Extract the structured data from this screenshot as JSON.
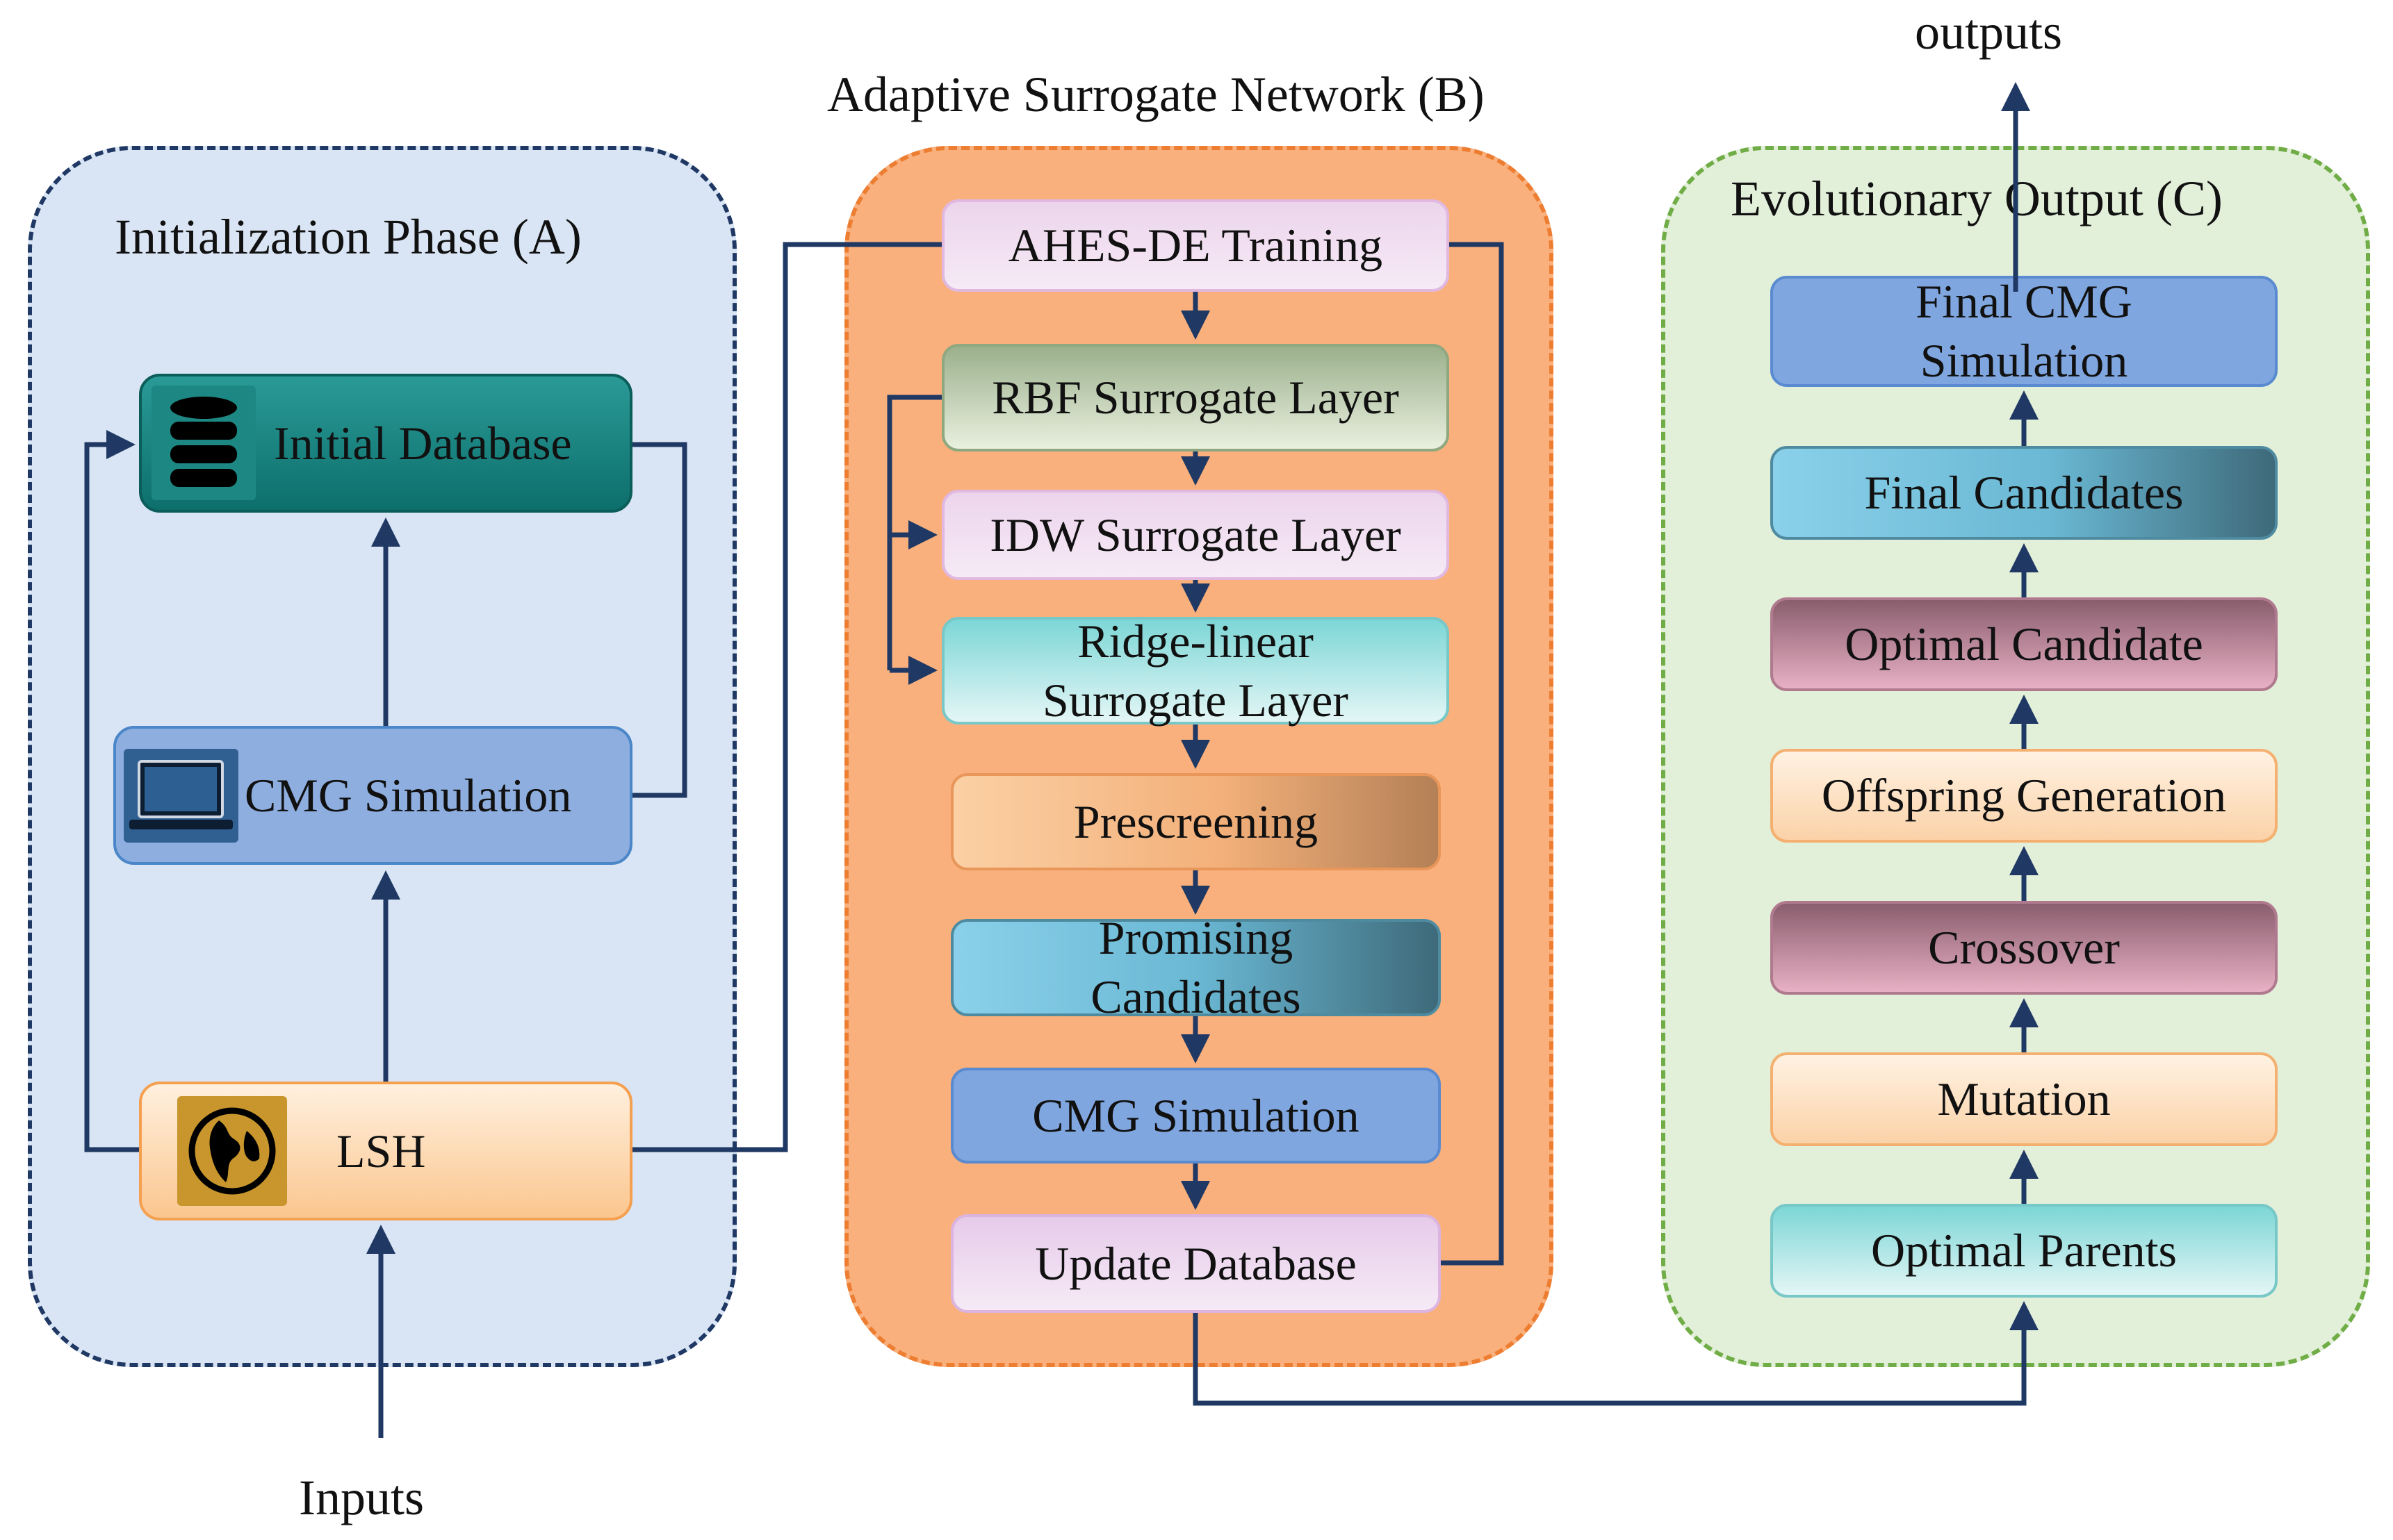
{
  "labels": {
    "outputs": "outputs",
    "inputs": "Inputs"
  },
  "panels": {
    "a": {
      "title": "Initialization Phase (A)"
    },
    "b": {
      "title": "Adaptive Surrogate Network (B)"
    },
    "c": {
      "title": "Evolutionary Output (C)"
    }
  },
  "phase_a": {
    "initial_database": "Initial Database",
    "cmg_simulation": "CMG Simulation",
    "lsh": "LSH"
  },
  "phase_b": {
    "ahes_de": "AHES-DE Training",
    "rbf": "RBF Surrogate Layer",
    "idw": "IDW Surrogate Layer",
    "ridge_line1": "Ridge-linear",
    "ridge_line2": "Surrogate Layer",
    "prescreening": "Prescreening",
    "promising_line1": "Promising",
    "promising_line2": "Candidates",
    "cmg_simulation": "CMG Simulation",
    "update_database": "Update Database"
  },
  "phase_c": {
    "final_cmg_line1": "Final CMG",
    "final_cmg_line2": "Simulation",
    "final_candidates": "Final Candidates",
    "optimal_candidate": "Optimal Candidate",
    "offspring_generation": "Offspring Generation",
    "crossover": "Crossover",
    "mutation": "Mutation",
    "optimal_parents": "Optimal Parents"
  },
  "icons": {
    "database": "database-icon",
    "laptop": "laptop-icon",
    "globe": "globe-icon"
  },
  "colors": {
    "panel_a_fill": "#d9e5f4",
    "panel_a_border": "#1f3864",
    "panel_b_fill": "#f9b07c",
    "panel_b_border": "#ed7d31",
    "panel_c_fill": "#e2efd9",
    "panel_c_border": "#70ad47",
    "connector": "#1f3864"
  }
}
